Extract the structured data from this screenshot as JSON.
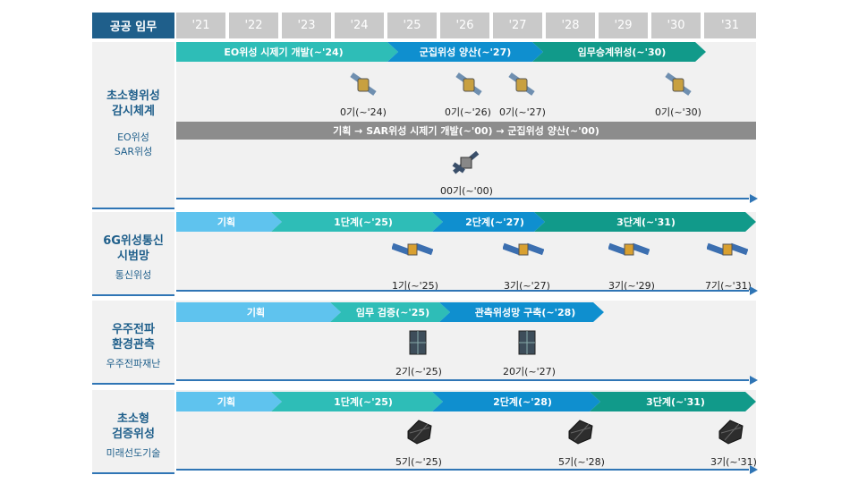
{
  "header": {
    "title": "공공 임무",
    "years": [
      "'21",
      "'22",
      "'23",
      "'24",
      "'25",
      "'26",
      "'27",
      "'28",
      "'29",
      "'30",
      "'31"
    ]
  },
  "rows": [
    {
      "title_lines": [
        "초소형위성",
        "감시체계"
      ],
      "subs": [
        "EO위성",
        "SAR위성"
      ],
      "phases": [
        "EO위성 시제기 개발(~'24)",
        "군집위성 양산(~'27)",
        "임무승계위성(~'30)"
      ],
      "satellites": [
        "0기(~'24)",
        "0기(~'26)",
        "0기(~'27)",
        "0기(~'30)"
      ],
      "gray_bar": "기획 → SAR위성 시제기 개발(~'00) → 군집위성 양산(~'00)",
      "satellites2": [
        "00기(~'00)"
      ]
    },
    {
      "title_lines": [
        "6G위성통신",
        "시범망"
      ],
      "subs": [
        "통신위성"
      ],
      "phases": [
        "기획",
        "1단계(~'25)",
        "2단계(~'27)",
        "3단계(~'31)"
      ],
      "satellites": [
        "1기(~'25)",
        "3기(~'27)",
        "3기(~'29)",
        "7기(~'31)"
      ]
    },
    {
      "title_lines": [
        "우주전파",
        "환경관측"
      ],
      "subs": [
        "우주전파재난"
      ],
      "phases": [
        "기획",
        "임무 검증(~'25)",
        "관측위성망 구축(~'28)"
      ],
      "satellites": [
        "2기(~'25)",
        "20기(~'27)"
      ]
    },
    {
      "title_lines": [
        "초소형",
        "검증위성"
      ],
      "subs": [
        "미래선도기술"
      ],
      "phases": [
        "기획",
        "1단계(~'25)",
        "2단계(~'28)",
        "3단계(~'31)"
      ],
      "satellites": [
        "5기(~'25)",
        "5기(~'28)",
        "3기(~'31)"
      ]
    }
  ],
  "colors": {
    "header": "#1f5f8b",
    "year_cell": "#c9c9c9",
    "plan": "#5fc3ee",
    "teal_light": "#2ebdb7",
    "blue": "#0f8fcf",
    "teal_dark": "#119a8a",
    "gray_bar": "#8c8c8c",
    "axis": "#2f75b5"
  }
}
